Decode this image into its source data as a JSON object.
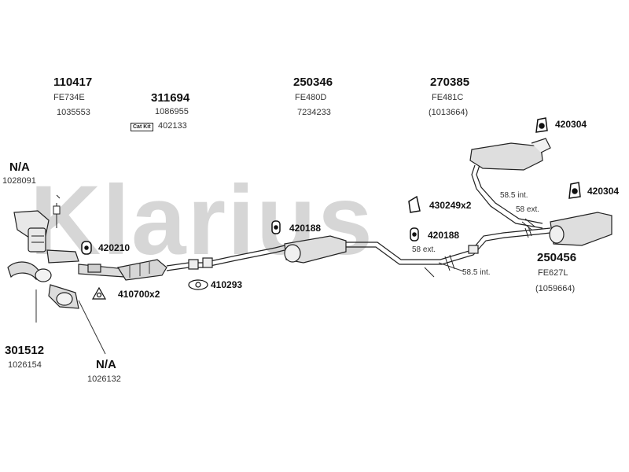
{
  "brand": {
    "watermark": "Klarius",
    "watermark_color": "#d6d6d6"
  },
  "parts": {
    "p110417": {
      "number": "110417",
      "code": "FE734E",
      "ref": "1035553"
    },
    "p311694": {
      "number": "311694",
      "ref": "1086955"
    },
    "catkit": {
      "label": "Cat Kit",
      "ref": "402133"
    },
    "p250346": {
      "number": "250346",
      "code": "FE480D",
      "ref": "7234233"
    },
    "p270385": {
      "number": "270385",
      "code": "FE481C",
      "ref": "(1013664)"
    },
    "na_top": {
      "number": "N/A",
      "ref": "1028091"
    },
    "p250456": {
      "number": "250456",
      "code": "FE627L",
      "ref": "(1059664)"
    },
    "p301512": {
      "number": "301512",
      "ref": "1026154"
    },
    "na_bottom": {
      "number": "N/A",
      "ref": "1026132"
    }
  },
  "fittings": {
    "f420304a": "420304",
    "f420304b": "420304",
    "f430249": "430249x2",
    "f420188a": "420188",
    "f420188b": "420188",
    "f420210": "420210",
    "f410293": "410293",
    "f410700": "410700x2"
  },
  "annotations": {
    "a1": "58.5 int.",
    "a2": "58 ext.",
    "a3": "58 ext.",
    "a4": "58.5 int."
  }
}
